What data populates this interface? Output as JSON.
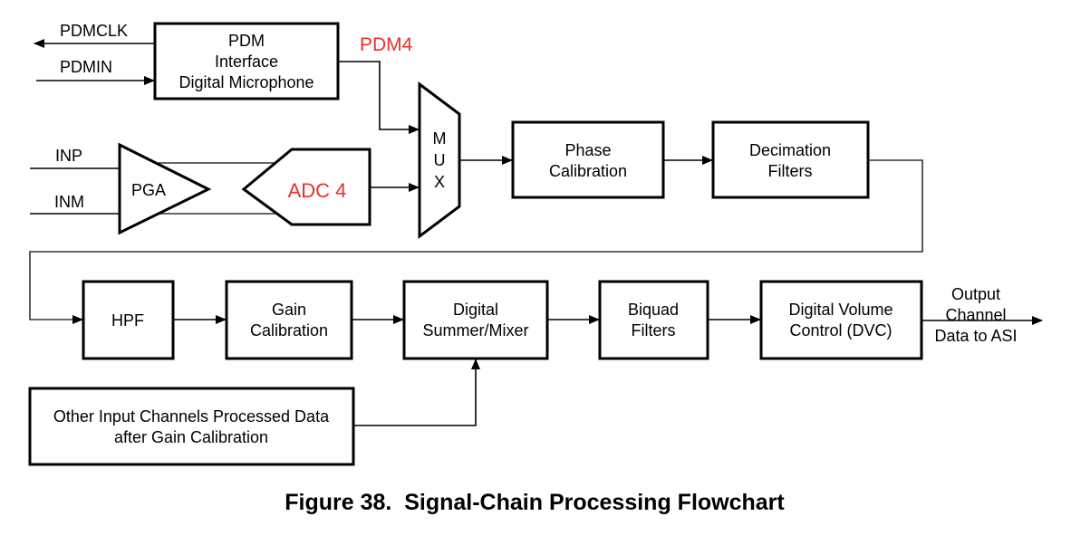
{
  "figure": {
    "caption": "Figure 38.  Signal-Chain Processing Flowchart"
  },
  "signals": {
    "pdmclk": "PDMCLK",
    "pdmin": "PDMIN",
    "inp": "INP",
    "inm": "INM",
    "pdm4": "PDM4",
    "output": [
      "Output",
      "Channel",
      "Data to ASI"
    ]
  },
  "blocks": {
    "pdm_interface": [
      "PDM",
      "Interface",
      "Digital Microphone"
    ],
    "pga": "PGA",
    "adc": "ADC 4",
    "mux": [
      "M",
      "U",
      "X"
    ],
    "phase_calibration": [
      "Phase",
      "Calibration"
    ],
    "decimation_filters": [
      "Decimation",
      "Filters"
    ],
    "hpf": "HPF",
    "gain_calibration": [
      "Gain",
      "Calibration"
    ],
    "digital_summer": [
      "Digital",
      "Summer/Mixer"
    ],
    "biquad_filters": [
      "Biquad",
      "Filters"
    ],
    "dvc": [
      "Digital Volume",
      "Control (DVC)"
    ],
    "other_channels": [
      "Other Input Channels Processed Data",
      "after Gain Calibration"
    ]
  },
  "colors": {
    "highlight": "#e8312a",
    "line": "#000000"
  }
}
